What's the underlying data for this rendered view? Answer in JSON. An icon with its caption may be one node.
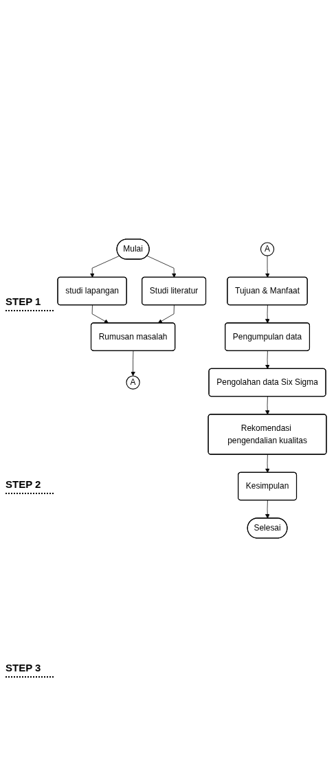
{
  "diagram": {
    "nodes": [
      {
        "text": [
          "Mulai"
        ]
      },
      {
        "text": [
          "studi lapangan"
        ]
      },
      {
        "text": [
          "Studi literatur"
        ]
      },
      {
        "text": [
          "Rumusan masalah"
        ]
      },
      {
        "text": [
          "A"
        ]
      },
      {
        "text": [
          "A"
        ]
      },
      {
        "text": [
          "Tujuan & Manfaat"
        ]
      },
      {
        "text": [
          "Pengumpulan data"
        ]
      },
      {
        "text": [
          "Pengolahan data Six Sigma"
        ]
      },
      {
        "text": [
          "Rekomendasi pengendalian kualitas"
        ]
      },
      {
        "text": [
          "Kesimpulan"
        ]
      },
      {
        "text": [
          "Selesai"
        ]
      }
    ],
    "edges": [
      {
        "from": 0,
        "to": 1,
        "arrow": "to"
      },
      {
        "from": 0,
        "to": 2,
        "arrow": "to"
      },
      {
        "from": 1,
        "to": 3,
        "arrow": "to"
      },
      {
        "from": 2,
        "to": 3,
        "arrow": "to"
      },
      {
        "from": 3,
        "to": 4,
        "arrow": "to"
      },
      {
        "from": 5,
        "to": 6,
        "arrow": "to"
      },
      {
        "from": 6,
        "to": 7,
        "arrow": "to"
      },
      {
        "from": 7,
        "to": 8,
        "arrow": "to"
      },
      {
        "from": 8,
        "to": 9,
        "arrow": "to"
      },
      {
        "from": 9,
        "to": 10,
        "arrow": "to"
      },
      {
        "from": 10,
        "to": 11,
        "arrow": "to"
      }
    ],
    "labels": [
      "STEP 1",
      "STEP 2",
      "STEP 3"
    ]
  }
}
